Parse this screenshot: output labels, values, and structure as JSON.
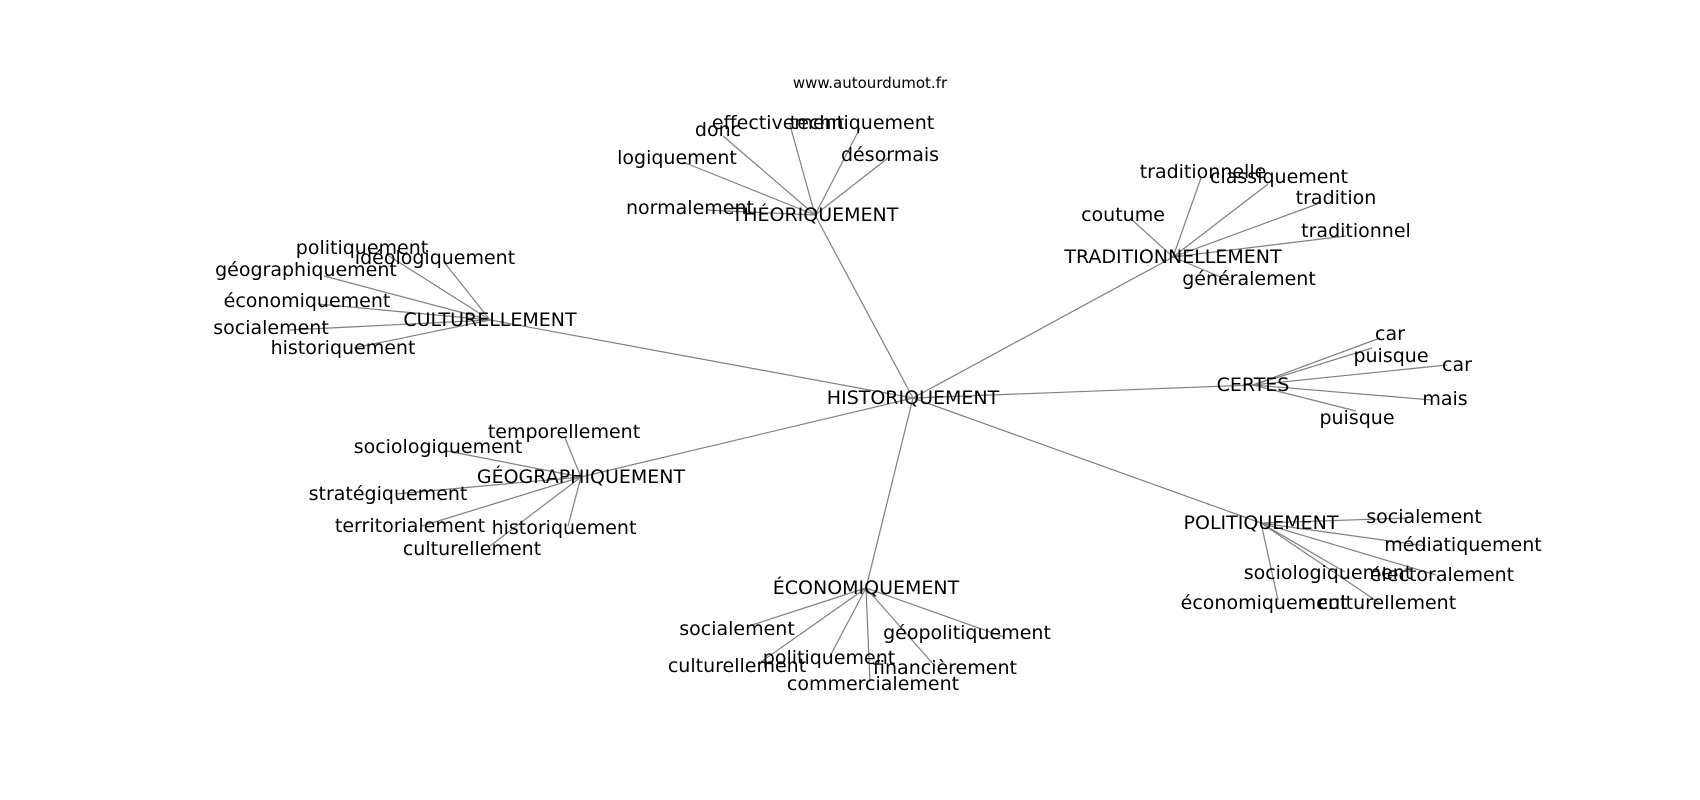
{
  "header": {
    "site": "www.autourdumot.fr"
  },
  "graph": {
    "center": "HISTORIQUEMENT",
    "clusters": [
      {
        "label": "THÉORIQUEMENT",
        "leaves": [
          "donc",
          "effectivement",
          "techniquement",
          "logiquement",
          "désormais",
          "normalement"
        ]
      },
      {
        "label": "TRADITIONNELLEMENT",
        "leaves": [
          "traditionnelle",
          "classiquement",
          "tradition",
          "coutume",
          "traditionnel",
          "généralement"
        ]
      },
      {
        "label": "CULTURELLEMENT",
        "leaves": [
          "politiquement",
          "idéologiquement",
          "géographiquement",
          "économiquement",
          "socialement",
          "historiquement"
        ]
      },
      {
        "label": "CERTES",
        "leaves": [
          "car",
          "puisque",
          "car",
          "mais",
          "puisque"
        ]
      },
      {
        "label": "GÉOGRAPHIQUEMENT",
        "leaves": [
          "temporellement",
          "sociologiquement",
          "stratégiquement",
          "territorialement",
          "historiquement",
          "culturellement"
        ]
      },
      {
        "label": "POLITIQUEMENT",
        "leaves": [
          "socialement",
          "médiatiquement",
          "sociologiquement",
          "électoralement",
          "économiquement",
          "culturellement"
        ]
      },
      {
        "label": "ÉCONOMIQUEMENT",
        "leaves": [
          "socialement",
          "géopolitiquement",
          "politiquement",
          "culturellement",
          "financièrement",
          "commercialement"
        ]
      }
    ]
  }
}
